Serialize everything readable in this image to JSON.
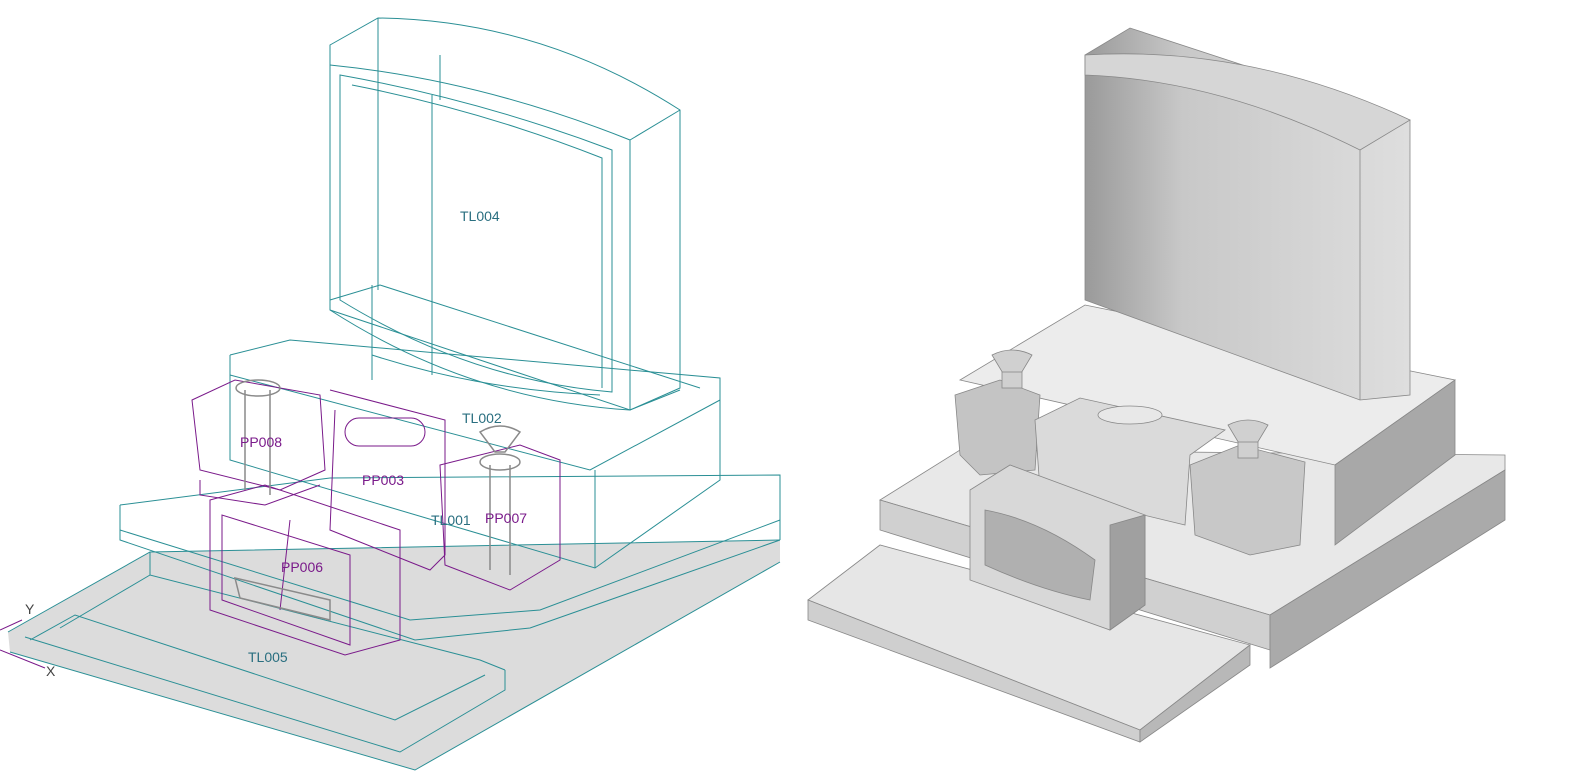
{
  "wireframe_view": {
    "labels": {
      "tl004": "TL004",
      "tl002": "TL002",
      "tl001": "TL001",
      "tl005": "TL005",
      "pp003": "PP003",
      "pp006": "PP006",
      "pp007": "PP007",
      "pp008": "PP008"
    },
    "axes": {
      "x": "X",
      "y": "Y"
    }
  },
  "colors": {
    "body_lines": "#2a8f95",
    "part_lines": "#7a1a8a",
    "fill": "#dcdcdc"
  }
}
